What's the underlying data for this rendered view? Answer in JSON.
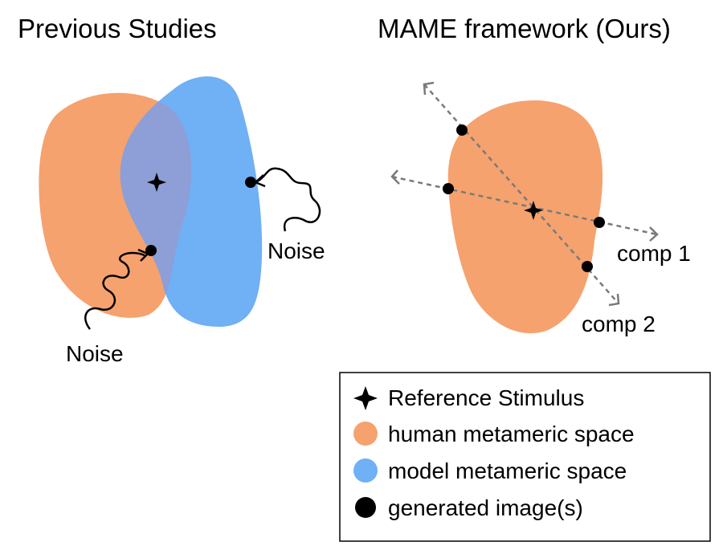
{
  "panels": {
    "previous": {
      "title": "Previous Studies",
      "noise_label_1": "Noise",
      "noise_label_2": "Noise"
    },
    "mame": {
      "title": "MAME framework (Ours)",
      "comp1_label": "comp 1",
      "comp2_label": "comp 2"
    }
  },
  "legend": {
    "items": [
      {
        "label": "Reference Stimulus",
        "marker": "four-point-star-icon",
        "color": "#000000"
      },
      {
        "label": "human metameric space",
        "marker": "orange-blob-icon",
        "color": "#F5A26E"
      },
      {
        "label": "model metameric space",
        "marker": "blue-blob-icon",
        "color": "#70B0F5"
      },
      {
        "label": "generated image(s)",
        "marker": "black-dot-icon",
        "color": "#000000"
      }
    ]
  },
  "colors": {
    "human_space": "#F5A26E",
    "model_space": "#70B0F5",
    "overlap": "#8E9ED6",
    "axis_arrow": "#7A7A7A",
    "legend_border": "#000000"
  }
}
